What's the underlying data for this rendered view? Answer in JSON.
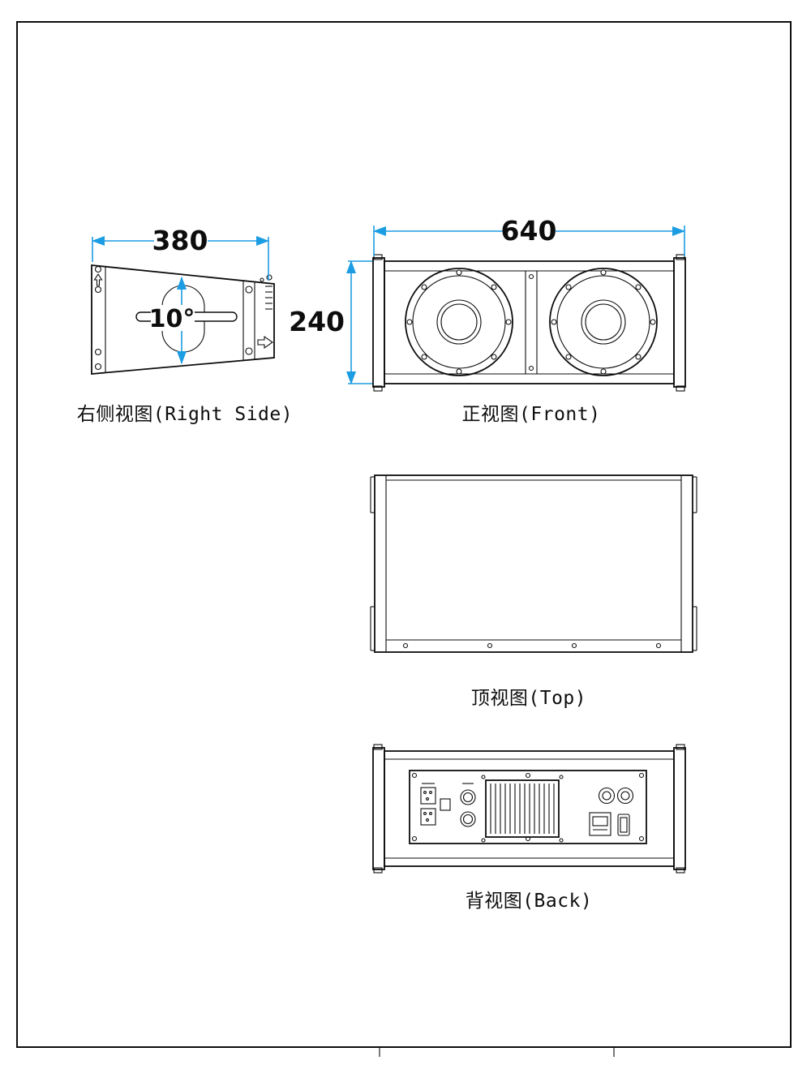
{
  "page": {
    "background": "#ffffff",
    "frame_color": "#0d0d0d"
  },
  "colors": {
    "dimension_blue": "#1b9ce3",
    "line_black": "#0d0d0d"
  },
  "views": {
    "right_side": {
      "label": "右侧视图(Right Side)",
      "width_dim": "380",
      "angle": "10°"
    },
    "front": {
      "label": "正视图(Front)",
      "width_dim": "640",
      "height_dim": "240"
    },
    "top": {
      "label": "顶视图(Top)"
    },
    "back": {
      "label": "背视图(Back)"
    }
  }
}
